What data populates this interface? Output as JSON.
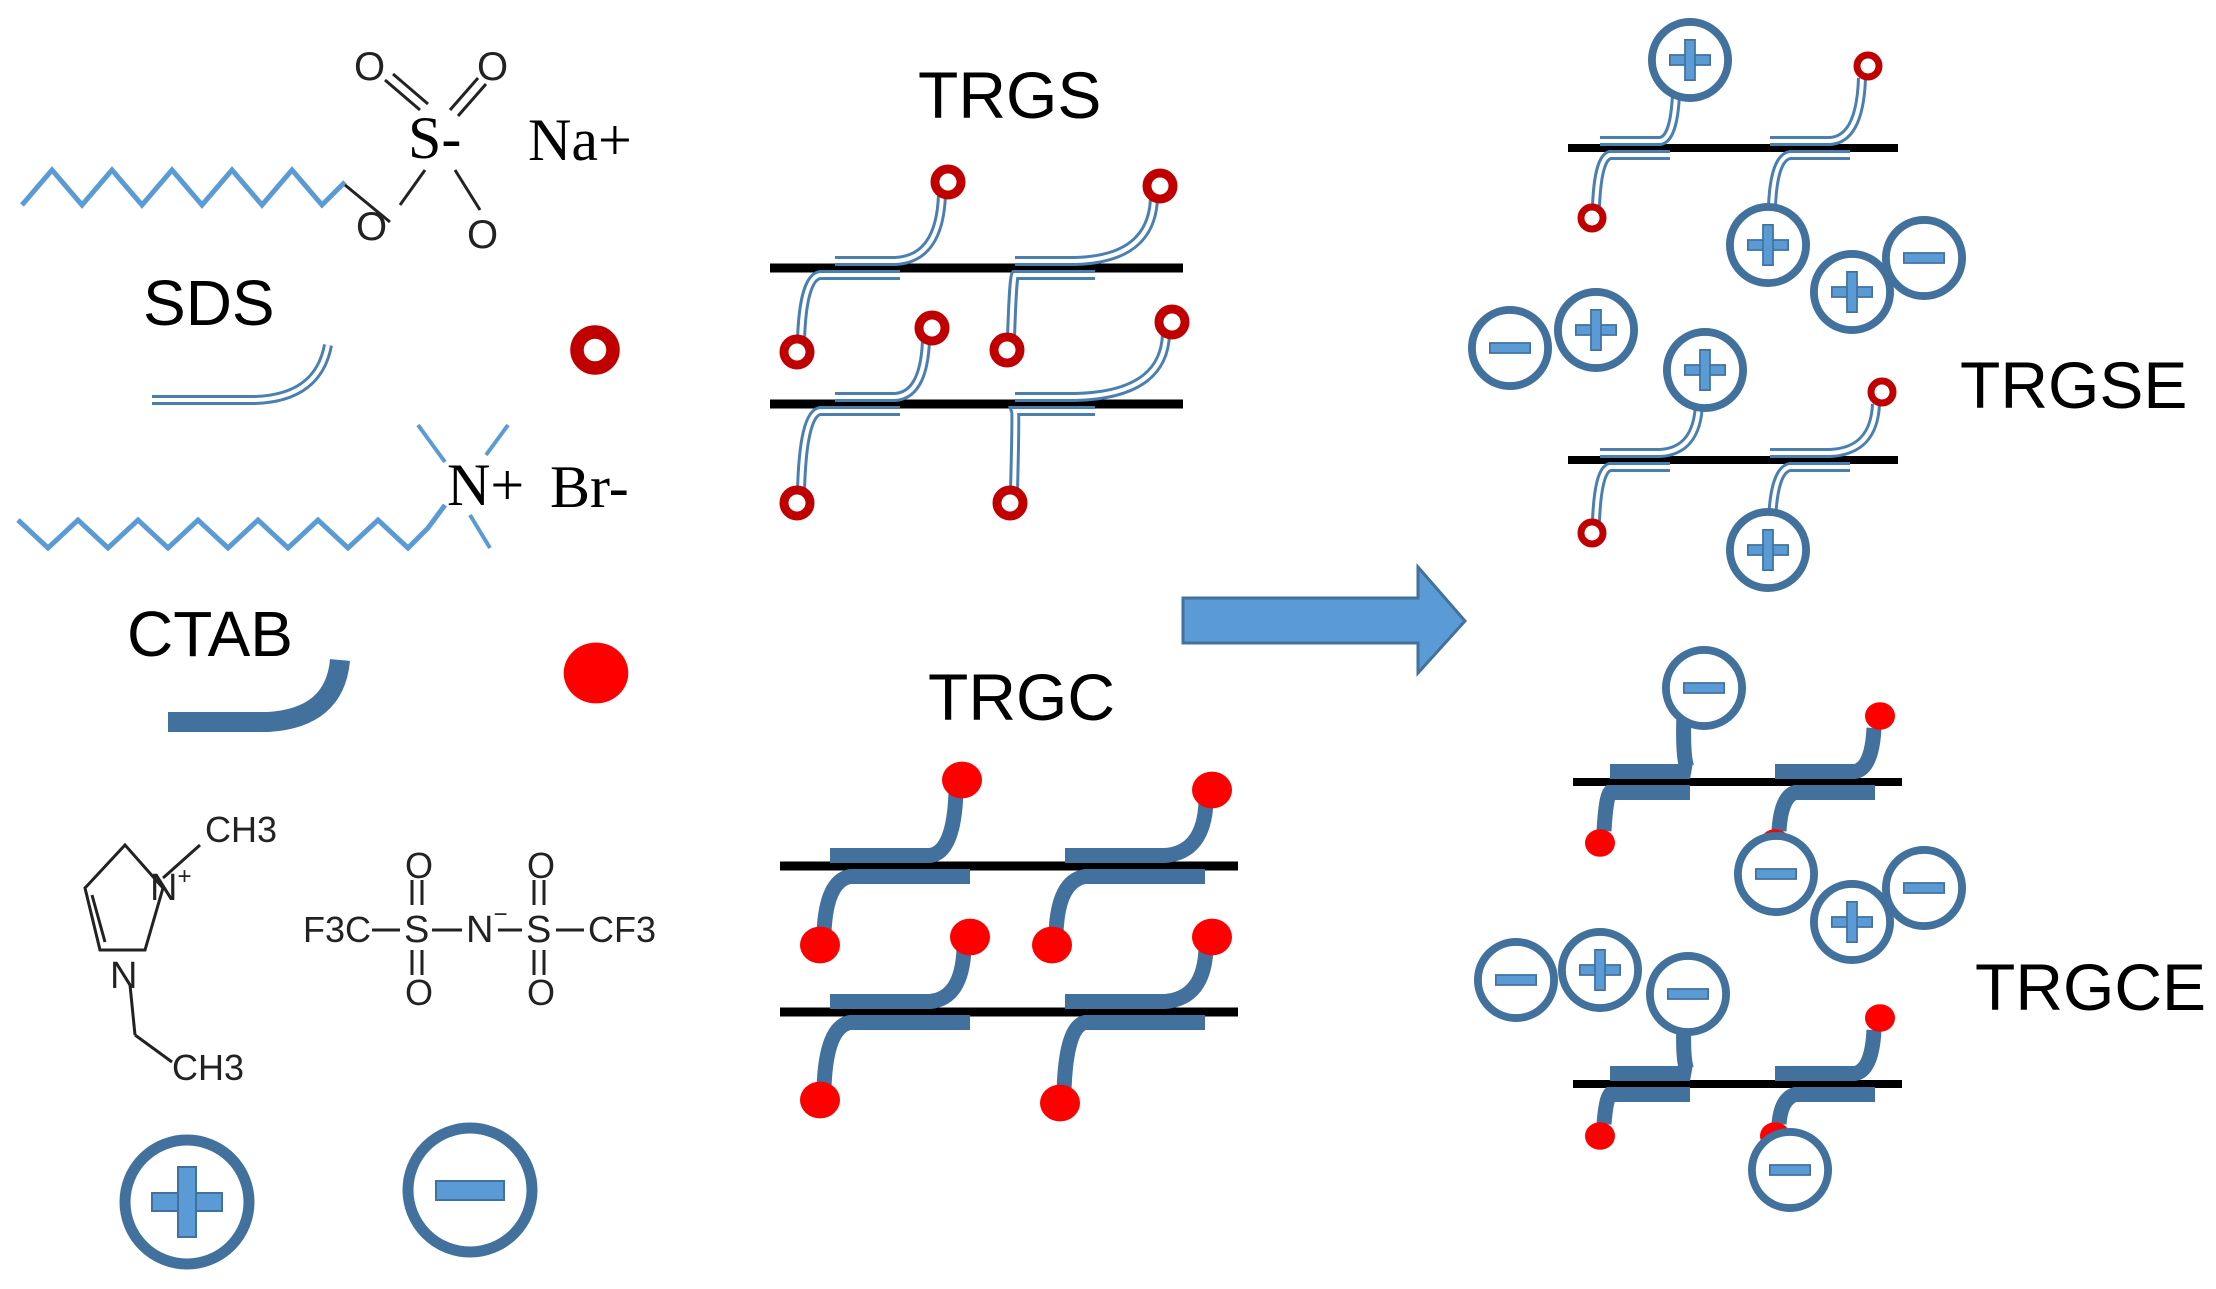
{
  "labels": {
    "sds": "SDS",
    "ctab": "CTAB",
    "trgs": "TRGS",
    "trgc": "TRGC",
    "trgse": "TRGSE",
    "trgce": "TRGCE"
  },
  "chem": {
    "sds_charge": "S-",
    "sds_oxygen": "O",
    "sds_counterion": "Na+",
    "ctab_head": "N+",
    "ctab_counterion": "Br-",
    "il_cation_methyl": "CH3",
    "il_cation_n_plus": "N",
    "il_cation_n": "N",
    "il_cation_ethyl": "CH3",
    "il_anion_left": "F3C",
    "il_anion_right": "CF3",
    "il_anion_s": "S",
    "il_anion_n": "N",
    "il_anion_o": "O"
  },
  "colors": {
    "sds_head": "#c00000",
    "ctab_head": "#ff0000",
    "chain": "#5b9bd5",
    "tail_sds": "#4a7fb0",
    "tail_ctab": "#41719c",
    "sheet": "#000000",
    "ion_ring": "#41719c",
    "ion_sign": "#5b9bd5",
    "arrow_fill": "#5b9bd5",
    "arrow_stroke": "#41719c"
  },
  "icons": {
    "cation": "plus-circle-icon",
    "anion": "minus-circle-icon",
    "sds_head": "open-circle-icon",
    "ctab_head": "filled-circle-icon"
  }
}
